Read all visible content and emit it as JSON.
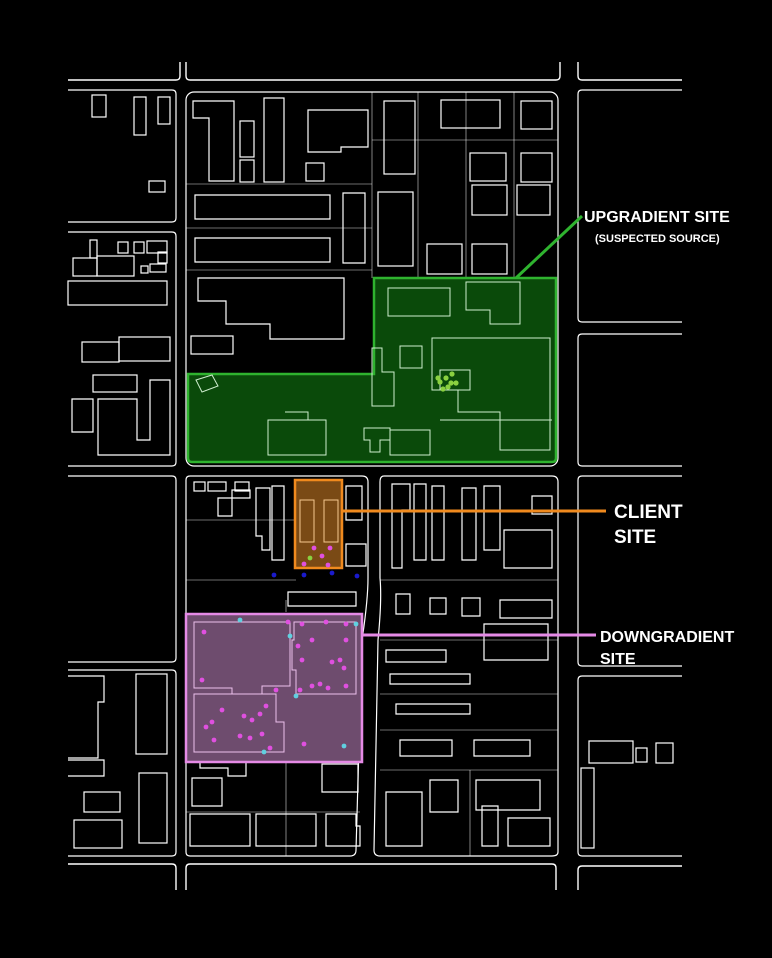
{
  "colors": {
    "background": "#000000",
    "upgradient": "#2fb32f",
    "upgradient_fill": "#0a4a0a",
    "client": "#f08a1e",
    "client_fill": "#7a4a15",
    "downgradient": "#e58ae6",
    "downgradient_fill": "#6e4c6e",
    "point_magenta": "#e050e0",
    "point_cyan": "#60d0e0",
    "point_green": "#8ad040",
    "point_blue": "#1a1acc"
  },
  "labels": {
    "upgradient_title": "UPGRADIENT SITE",
    "upgradient_sub": "(SUSPECTED SOURCE)",
    "client_line1": "CLIENT",
    "client_line2": "SITE",
    "downgradient_line1": "DOWNGRADIENT",
    "downgradient_line2": "SITE"
  }
}
